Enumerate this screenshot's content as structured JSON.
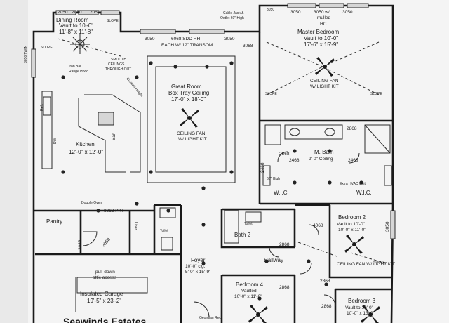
{
  "rooms": {
    "dining": {
      "name": "Dining Room",
      "sub": "Vault to 10'-0\"",
      "dim": "11'-8\" x 11'-8\""
    },
    "master": {
      "name": "Master Bedroom",
      "sub": "Vault to 10'-0\"",
      "dim": "17'-6\" x 15'-9\""
    },
    "great": {
      "name": "Great Room",
      "sub": "Box Tray Ceiling",
      "dim": "17'-0\" x 18'-0\""
    },
    "kitchen": {
      "name": "Kitchen",
      "dim": "12'-0\" x 12'-0\""
    },
    "mbath": {
      "name": "M. Bath",
      "sub": "9'-0\" Ceiling"
    },
    "wic1": {
      "name": "W.I.C."
    },
    "wic2": {
      "name": "W.I.C."
    },
    "pantry": {
      "name": "Pantry"
    },
    "bath2": {
      "name": "Bath 2"
    },
    "bed2": {
      "name": "Bedroom 2",
      "sub": "Vault to 10'-0\"",
      "dim": "10'-0\" x 11'-0\""
    },
    "foyer": {
      "name": "Foyer",
      "sub": "10'-0\" clg.",
      "dim": "5'-0\" x 15'-9\""
    },
    "hallway": {
      "name": "Hallway"
    },
    "garage": {
      "name": "Insulated Garage",
      "dim": "19'-5\" x 23'-2\""
    },
    "bed4": {
      "name": "Bedroom 4",
      "sub": "Vaulted",
      "dim": "10'-0\" x 11'-0\""
    },
    "bed3": {
      "name": "Bedroom 3",
      "sub": "Vault to 10'-0\"",
      "dim": "10'-0\" x 13'-0\""
    }
  },
  "labels": {
    "win_top": [
      "2050",
      "2050",
      "2050"
    ],
    "slope": "SLOPE",
    "w3050_a": "3050",
    "w3050_b": "3050",
    "w3050_mulled": "3050 w/",
    "mulled": "mulled",
    "hc": "HC",
    "cable_jack": "Cable Jack &",
    "outlet": "Outlet 60\" High",
    "n3050_left": "3050",
    "n3050_mid": "3050",
    "transom1": "6068 SDD RH",
    "transom2": "EACH W/ 12\" TRANSOM",
    "door3068": "3068",
    "twin": "3050 TWIN",
    "ceiling_fan": "CEILING FAN",
    "light_kit": "W/ LIGHT KIT",
    "ceiling_fan_kit": "CEILING FAN W/ LIGHT KIT",
    "counter_height": "Counter Height",
    "bar": "Bar",
    "smooth1": "SMOOTH",
    "smooth2": "CEILINGS",
    "smooth3": "THROUGH OUT",
    "iron1": "Iron Bar",
    "iron2": "Range Hood",
    "dw": "DW",
    "ref": "Refr.",
    "d2868_a": "2868",
    "d2868_b": "2868",
    "d2868_c": "2868",
    "d2868_d": "2868",
    "d2868_e": "2868",
    "d2868_f": "2868",
    "d2468_a": "2468",
    "d2468_b": "2468",
    "d2468_c": "2468",
    "d4068": "4068",
    "d3068pkt": "3068 PKT",
    "d3068": "3068",
    "d2068": "2068",
    "double_oven": "Double Oven",
    "linen": "Linen",
    "pulldown1": "pull-down",
    "pulldown2": "attic access",
    "toilet": "Toilet",
    "attic_hvac": "Extra HVAC Unit",
    "high60": "60\" High",
    "sign": "Seawinds Estates",
    "gf": "Georgian Rect"
  }
}
